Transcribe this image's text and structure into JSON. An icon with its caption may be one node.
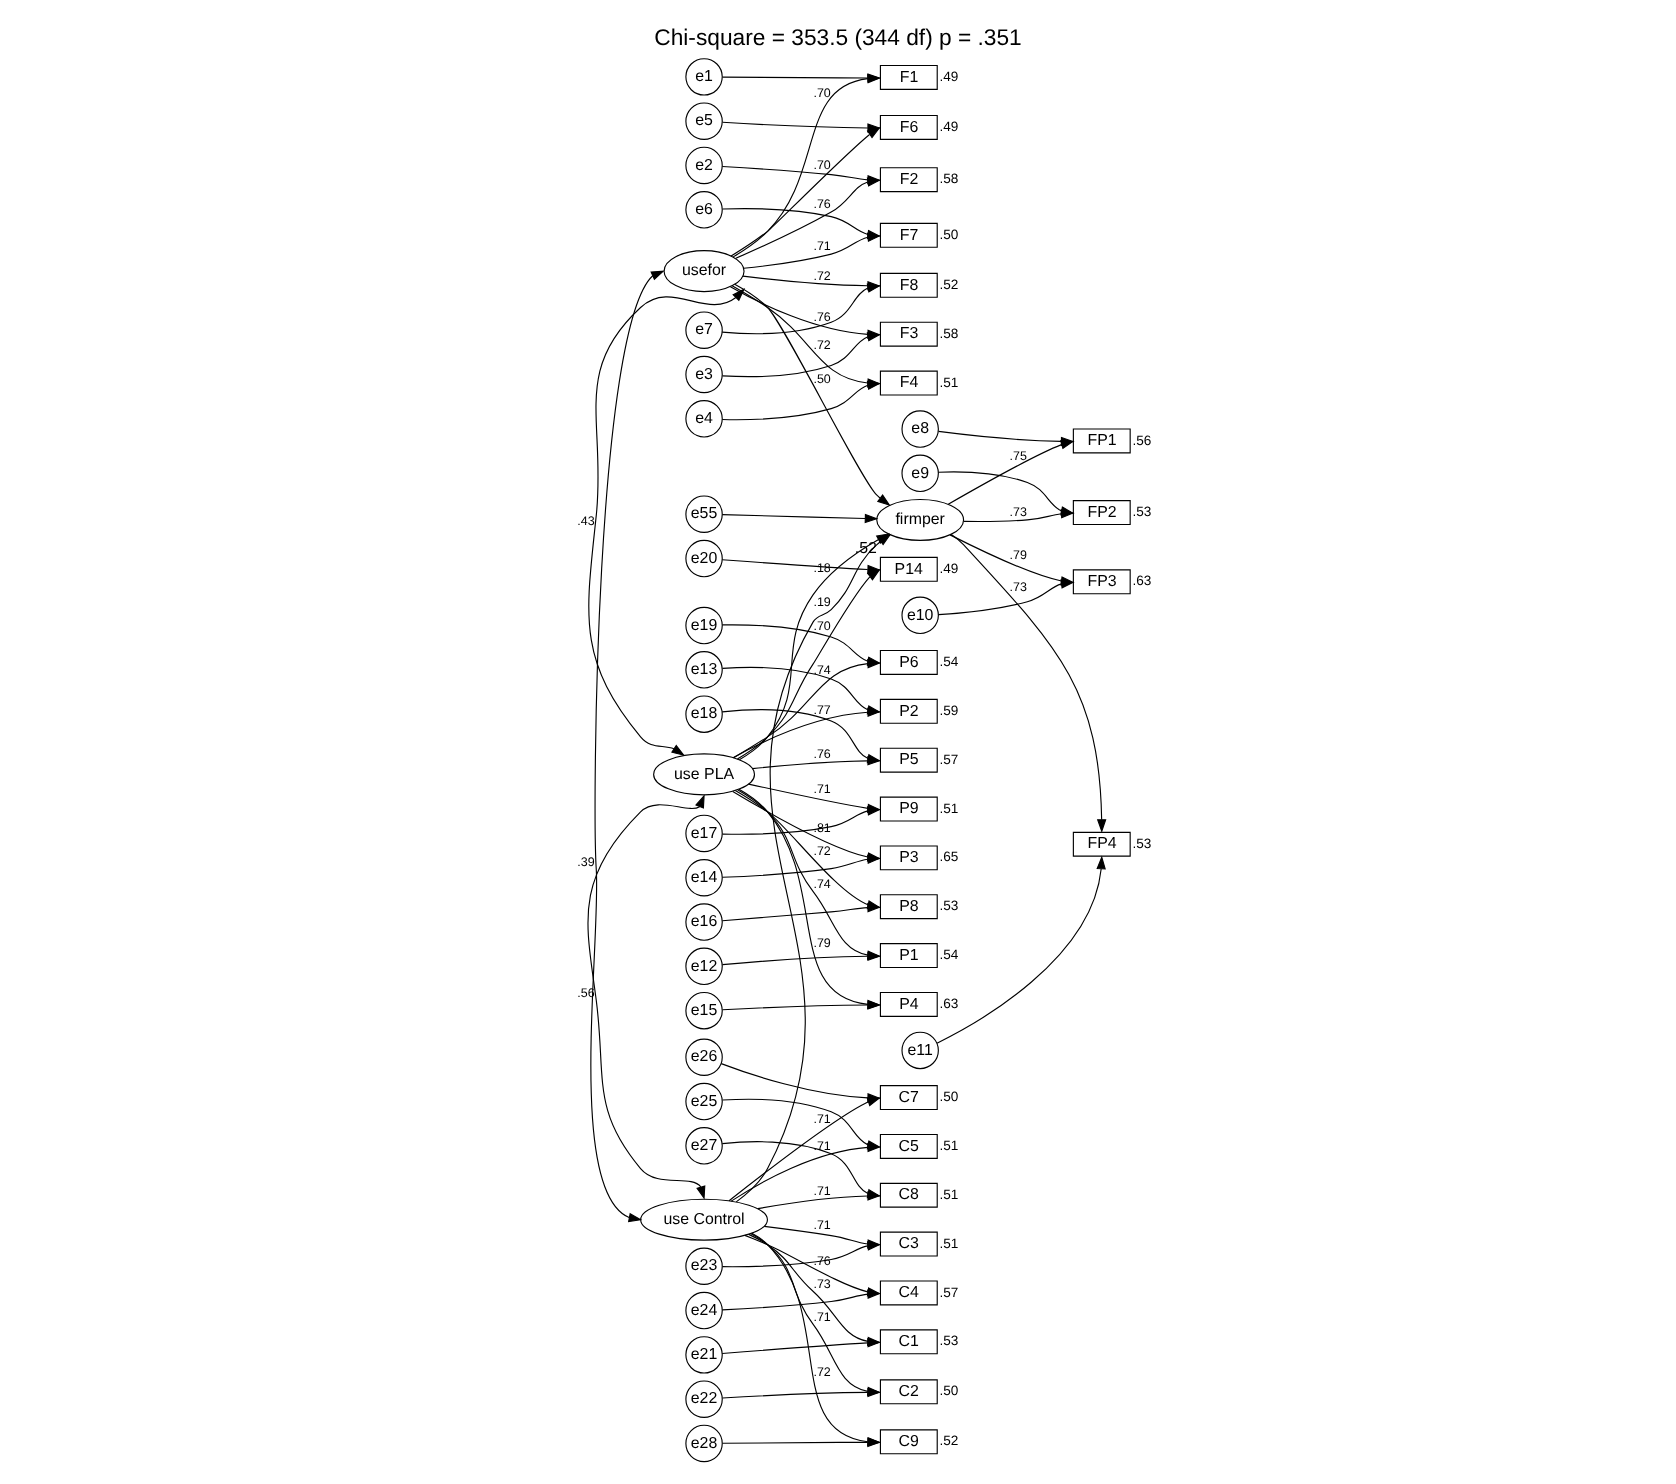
{
  "diagram": {
    "title": "Chi-square = 353.5 (344 df) p = .351",
    "nodes": [
      {
        "text": [
          "e1"
        ]
      },
      {
        "text": [
          "e2"
        ]
      },
      {
        "text": [
          "e3"
        ]
      },
      {
        "text": [
          "e4"
        ]
      },
      {
        "text": [
          "e5"
        ]
      },
      {
        "text": [
          "e6"
        ]
      },
      {
        "text": [
          "e7"
        ]
      },
      {
        "text": [
          "F1"
        ],
        "beside": [
          ".49"
        ]
      },
      {
        "text": [
          "F2"
        ],
        "beside": [
          ".58"
        ]
      },
      {
        "text": [
          "F3"
        ],
        "beside": [
          ".58"
        ]
      },
      {
        "text": [
          "F4"
        ],
        "beside": [
          ".51"
        ]
      },
      {
        "text": [
          "F6"
        ],
        "beside": [
          ".49"
        ]
      },
      {
        "text": [
          "F7"
        ],
        "beside": [
          ".50"
        ]
      },
      {
        "text": [
          "F8"
        ],
        "beside": [
          ".52"
        ]
      },
      {
        "text": [
          "usefor"
        ]
      },
      {
        "text": [
          "e20"
        ]
      },
      {
        "text": [
          "e19"
        ]
      },
      {
        "text": [
          "e18"
        ]
      },
      {
        "text": [
          "e17"
        ]
      },
      {
        "text": [
          "e16"
        ]
      },
      {
        "text": [
          "e15"
        ]
      },
      {
        "text": [
          "e14"
        ]
      },
      {
        "text": [
          "e13"
        ]
      },
      {
        "text": [
          "e12"
        ]
      },
      {
        "text": [
          "P14"
        ],
        "beside": [
          ".49"
        ]
      },
      {
        "text": [
          "P6"
        ],
        "beside": [
          ".54"
        ]
      },
      {
        "text": [
          "P5"
        ],
        "beside": [
          ".57"
        ]
      },
      {
        "text": [
          "P9"
        ],
        "beside": [
          ".51"
        ]
      },
      {
        "text": [
          "P8"
        ],
        "beside": [
          ".53"
        ]
      },
      {
        "text": [
          "P4"
        ],
        "beside": [
          ".63"
        ]
      },
      {
        "text": [
          "P3"
        ],
        "beside": [
          ".65"
        ]
      },
      {
        "text": [
          "P2"
        ],
        "beside": [
          ".59"
        ]
      },
      {
        "text": [
          "P1"
        ],
        "beside": [
          ".54"
        ]
      },
      {
        "text": [
          "use PLA"
        ]
      },
      {
        "text": [
          "e55"
        ]
      },
      {
        "text": [
          "firmper"
        ],
        "beside": [
          ".52"
        ]
      },
      {
        "text": [
          "FP1"
        ],
        "beside": [
          ".56"
        ]
      },
      {
        "text": [
          "FP2"
        ],
        "beside": [
          ".53"
        ]
      },
      {
        "text": [
          "FP3"
        ],
        "beside": [
          ".63"
        ]
      },
      {
        "text": [
          "FP4"
        ],
        "beside": [
          ".53"
        ]
      },
      {
        "text": [
          "e8"
        ]
      },
      {
        "text": [
          "e9"
        ]
      },
      {
        "text": [
          "e10"
        ]
      },
      {
        "text": [
          "e11"
        ]
      },
      {
        "text": [
          "use Control"
        ]
      },
      {
        "text": [
          "C9"
        ],
        "beside": [
          ".52"
        ]
      },
      {
        "text": [
          "C8"
        ],
        "beside": [
          ".51"
        ]
      },
      {
        "text": [
          "C7"
        ],
        "beside": [
          ".50"
        ]
      },
      {
        "text": [
          "C5"
        ],
        "beside": [
          ".51"
        ]
      },
      {
        "text": [
          "C4"
        ],
        "beside": [
          ".57"
        ]
      },
      {
        "text": [
          "C3"
        ],
        "beside": [
          ".51"
        ]
      },
      {
        "text": [
          "C2"
        ],
        "beside": [
          ".50"
        ]
      },
      {
        "text": [
          "C1"
        ],
        "beside": [
          ".53"
        ]
      },
      {
        "text": [
          "e28"
        ]
      },
      {
        "text": [
          "e27"
        ]
      },
      {
        "text": [
          "e26"
        ]
      },
      {
        "text": [
          "e25"
        ]
      },
      {
        "text": [
          "e24"
        ]
      },
      {
        "text": [
          "e23"
        ]
      },
      {
        "text": [
          "e22"
        ]
      },
      {
        "text": [
          "e21"
        ]
      }
    ],
    "edges": [
      {
        "from": 0,
        "to": 7,
        "arrow": "to"
      },
      {
        "from": 1,
        "to": 8,
        "arrow": "to"
      },
      {
        "from": 2,
        "to": 9,
        "arrow": "to"
      },
      {
        "from": 3,
        "to": 10,
        "arrow": "to"
      },
      {
        "from": 4,
        "to": 11,
        "arrow": "to"
      },
      {
        "from": 5,
        "to": 12,
        "arrow": "to"
      },
      {
        "from": 6,
        "to": 13,
        "arrow": "to"
      },
      {
        "from": 14,
        "to": 7,
        "arrow": "to",
        "label": ".70"
      },
      {
        "from": 14,
        "to": 8,
        "arrow": "to",
        "label": ".76"
      },
      {
        "from": 14,
        "to": 9,
        "arrow": "to",
        "label": ".76"
      },
      {
        "from": 14,
        "to": 10,
        "arrow": "to",
        "label": ".72"
      },
      {
        "from": 14,
        "to": 11,
        "arrow": "to",
        "label": ".70"
      },
      {
        "from": 14,
        "to": 12,
        "arrow": "to",
        "label": ".71"
      },
      {
        "from": 14,
        "to": 13,
        "arrow": "to",
        "label": ".72"
      },
      {
        "from": 15,
        "to": 24,
        "arrow": "to"
      },
      {
        "from": 16,
        "to": 25,
        "arrow": "to"
      },
      {
        "from": 17,
        "to": 26,
        "arrow": "to"
      },
      {
        "from": 18,
        "to": 27,
        "arrow": "to"
      },
      {
        "from": 19,
        "to": 28,
        "arrow": "to"
      },
      {
        "from": 20,
        "to": 29,
        "arrow": "to"
      },
      {
        "from": 21,
        "to": 30,
        "arrow": "to"
      },
      {
        "from": 22,
        "to": 31,
        "arrow": "to"
      },
      {
        "from": 23,
        "to": 32,
        "arrow": "to"
      },
      {
        "from": 33,
        "to": 24,
        "arrow": "to",
        "label": ".70"
      },
      {
        "from": 33,
        "to": 25,
        "arrow": "to",
        "label": ".74"
      },
      {
        "from": 33,
        "to": 26,
        "arrow": "to",
        "label": ".76"
      },
      {
        "from": 33,
        "to": 27,
        "arrow": "to",
        "label": ".71"
      },
      {
        "from": 33,
        "to": 28,
        "arrow": "to",
        "label": ".72"
      },
      {
        "from": 33,
        "to": 29,
        "arrow": "to",
        "label": ".79"
      },
      {
        "from": 33,
        "to": 30,
        "arrow": "to",
        "label": ".81"
      },
      {
        "from": 33,
        "to": 31,
        "arrow": "to",
        "label": ".77"
      },
      {
        "from": 33,
        "to": 32,
        "arrow": "to",
        "label": ".74"
      },
      {
        "from": 14,
        "to": 33,
        "arrow": "both",
        "label": ".43"
      },
      {
        "from": 14,
        "to": 44,
        "arrow": "both",
        "label": ".39"
      },
      {
        "from": 33,
        "to": 44,
        "arrow": "both",
        "label": ".56"
      },
      {
        "from": 14,
        "to": 35,
        "arrow": "to",
        "label": ".50"
      },
      {
        "from": 33,
        "to": 35,
        "arrow": "to",
        "label": ".18"
      },
      {
        "from": 44,
        "to": 35,
        "arrow": "to",
        "label": ".19"
      },
      {
        "from": 34,
        "to": 35,
        "arrow": "to"
      },
      {
        "from": 35,
        "to": 36,
        "arrow": "to",
        "label": ".75"
      },
      {
        "from": 35,
        "to": 37,
        "arrow": "to",
        "label": ".73"
      },
      {
        "from": 35,
        "to": 38,
        "arrow": "to",
        "label": ".79"
      },
      {
        "from": 35,
        "to": 39,
        "arrow": "to",
        "label": ".73"
      },
      {
        "from": 40,
        "to": 36,
        "arrow": "to"
      },
      {
        "from": 41,
        "to": 37,
        "arrow": "to"
      },
      {
        "from": 42,
        "to": 38,
        "arrow": "to"
      },
      {
        "from": 43,
        "to": 39,
        "arrow": "to"
      },
      {
        "from": 44,
        "to": 45,
        "arrow": "to",
        "label": ".72"
      },
      {
        "from": 44,
        "to": 46,
        "arrow": "to",
        "label": ".71"
      },
      {
        "from": 44,
        "to": 47,
        "arrow": "to",
        "label": ".71"
      },
      {
        "from": 44,
        "to": 48,
        "arrow": "to",
        "label": ".71"
      },
      {
        "from": 44,
        "to": 49,
        "arrow": "to",
        "label": ".76"
      },
      {
        "from": 44,
        "to": 50,
        "arrow": "to",
        "label": ".71"
      },
      {
        "from": 44,
        "to": 51,
        "arrow": "to",
        "label": ".71"
      },
      {
        "from": 44,
        "to": 52,
        "arrow": "to",
        "label": ".73"
      },
      {
        "from": 53,
        "to": 45,
        "arrow": "to"
      },
      {
        "from": 54,
        "to": 46,
        "arrow": "to"
      },
      {
        "from": 55,
        "to": 47,
        "arrow": "to"
      },
      {
        "from": 56,
        "to": 48,
        "arrow": "to"
      },
      {
        "from": 57,
        "to": 49,
        "arrow": "to"
      },
      {
        "from": 58,
        "to": 50,
        "arrow": "to"
      },
      {
        "from": 59,
        "to": 51,
        "arrow": "to"
      },
      {
        "from": 60,
        "to": 52,
        "arrow": "to"
      }
    ]
  }
}
